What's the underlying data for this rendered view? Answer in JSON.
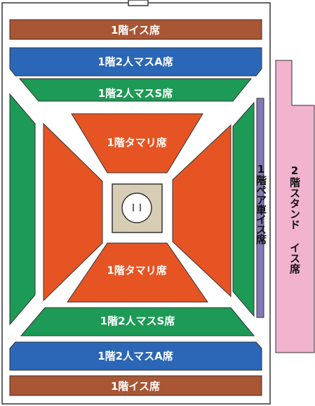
{
  "venue_map": {
    "sections": {
      "top_chair": "1階イス席",
      "top_masu_a": "1階2人マスA席",
      "top_masu_s": "1階2人マスS席",
      "upper_tamari": "1階タマリ席",
      "lower_tamari": "1階タマリ席",
      "bottom_masu_s": "1階2人マスS席",
      "bottom_masu_a": "1階2人マスA席",
      "bottom_chair": "1階イス席",
      "pair_wheelchair": "1階ペア車イス席",
      "second_floor_stand": "2階スタンド イス席"
    },
    "colors": {
      "chair_brown": "#a85634",
      "masu_a_blue": "#2b67b6",
      "masu_s_green": "#1d9a55",
      "tamari_orange": "#e65423",
      "wheelchair_purple": "#8479b7",
      "stand_pink": "#f2b3cf",
      "ring_tan": "#d7cdb4",
      "aisle_white": "#ffffff",
      "outline_dark": "#333333"
    },
    "icons": {
      "ring": "dohyo-ring-icon"
    }
  }
}
